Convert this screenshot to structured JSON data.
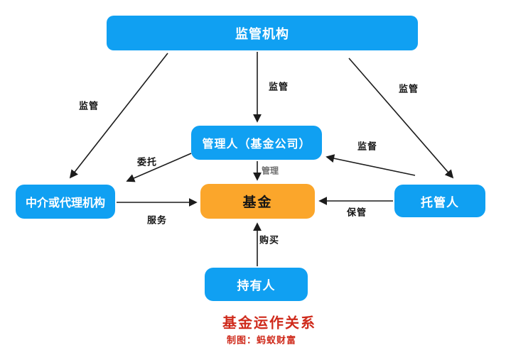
{
  "title": "基金运作关系",
  "credit": "制图：蚂蚁财富",
  "nodes": {
    "regulator": {
      "label": "监管机构"
    },
    "manager": {
      "label": "管理人（基金公司）"
    },
    "fund": {
      "label": "基金"
    },
    "agency": {
      "label": "中介或代理机构"
    },
    "custodian": {
      "label": "托管人"
    },
    "holder": {
      "label": "持有人"
    }
  },
  "edges": {
    "supervise_left": {
      "label": "监管",
      "from": "regulator",
      "to": "agency"
    },
    "supervise_mid": {
      "label": "监管",
      "from": "regulator",
      "to": "manager"
    },
    "supervise_right": {
      "label": "监管",
      "from": "regulator",
      "to": "custodian"
    },
    "entrust": {
      "label": "委托",
      "from": "manager",
      "to": "agency"
    },
    "manage": {
      "label": "管理",
      "from": "manager",
      "to": "fund"
    },
    "oversee": {
      "label": "监督",
      "from": "custodian",
      "to": "manager"
    },
    "service": {
      "label": "服务",
      "from": "agency",
      "to": "fund"
    },
    "custody": {
      "label": "保管",
      "from": "custodian",
      "to": "fund"
    },
    "purchase": {
      "label": "购买",
      "from": "holder",
      "to": "fund"
    }
  },
  "colors": {
    "node_blue": "#10a0f2",
    "node_orange": "#fba62b",
    "title_red": "#cf2a1b",
    "arrow_black": "#1c1c1c",
    "manage_label_gray": "#6f6f6f"
  }
}
